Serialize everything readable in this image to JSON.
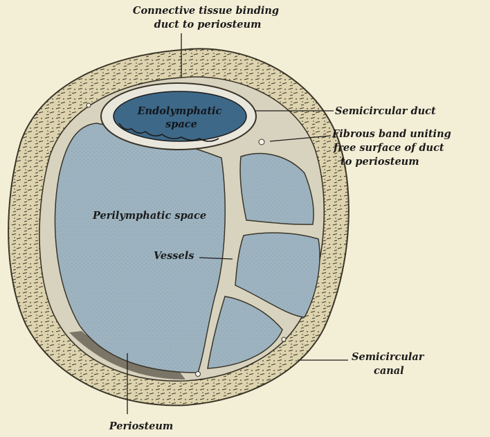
{
  "figure": {
    "labels": {
      "connective_tissue": [
        "Connective tissue binding",
        "duct to periosteum"
      ],
      "semicircular_duct": "Semicircular duct",
      "fibrous_band": [
        "Fibrous band uniting",
        "free surface of duct",
        "to periosteum"
      ],
      "endolymphatic_space": [
        "Endolymphatic",
        "space"
      ],
      "perilymphatic_space": "Perilymphatic space",
      "vessels": "Vessels",
      "semicircular_canal": [
        "Semicircular",
        "canal"
      ],
      "periosteum": "Periosteum"
    },
    "colors": {
      "background": "#f3eed6",
      "bone_wall": "#ddd3ae",
      "fluid_space": "#9db3c0",
      "endolymph": "#3e6887",
      "ink": "#1b1b1b"
    }
  }
}
